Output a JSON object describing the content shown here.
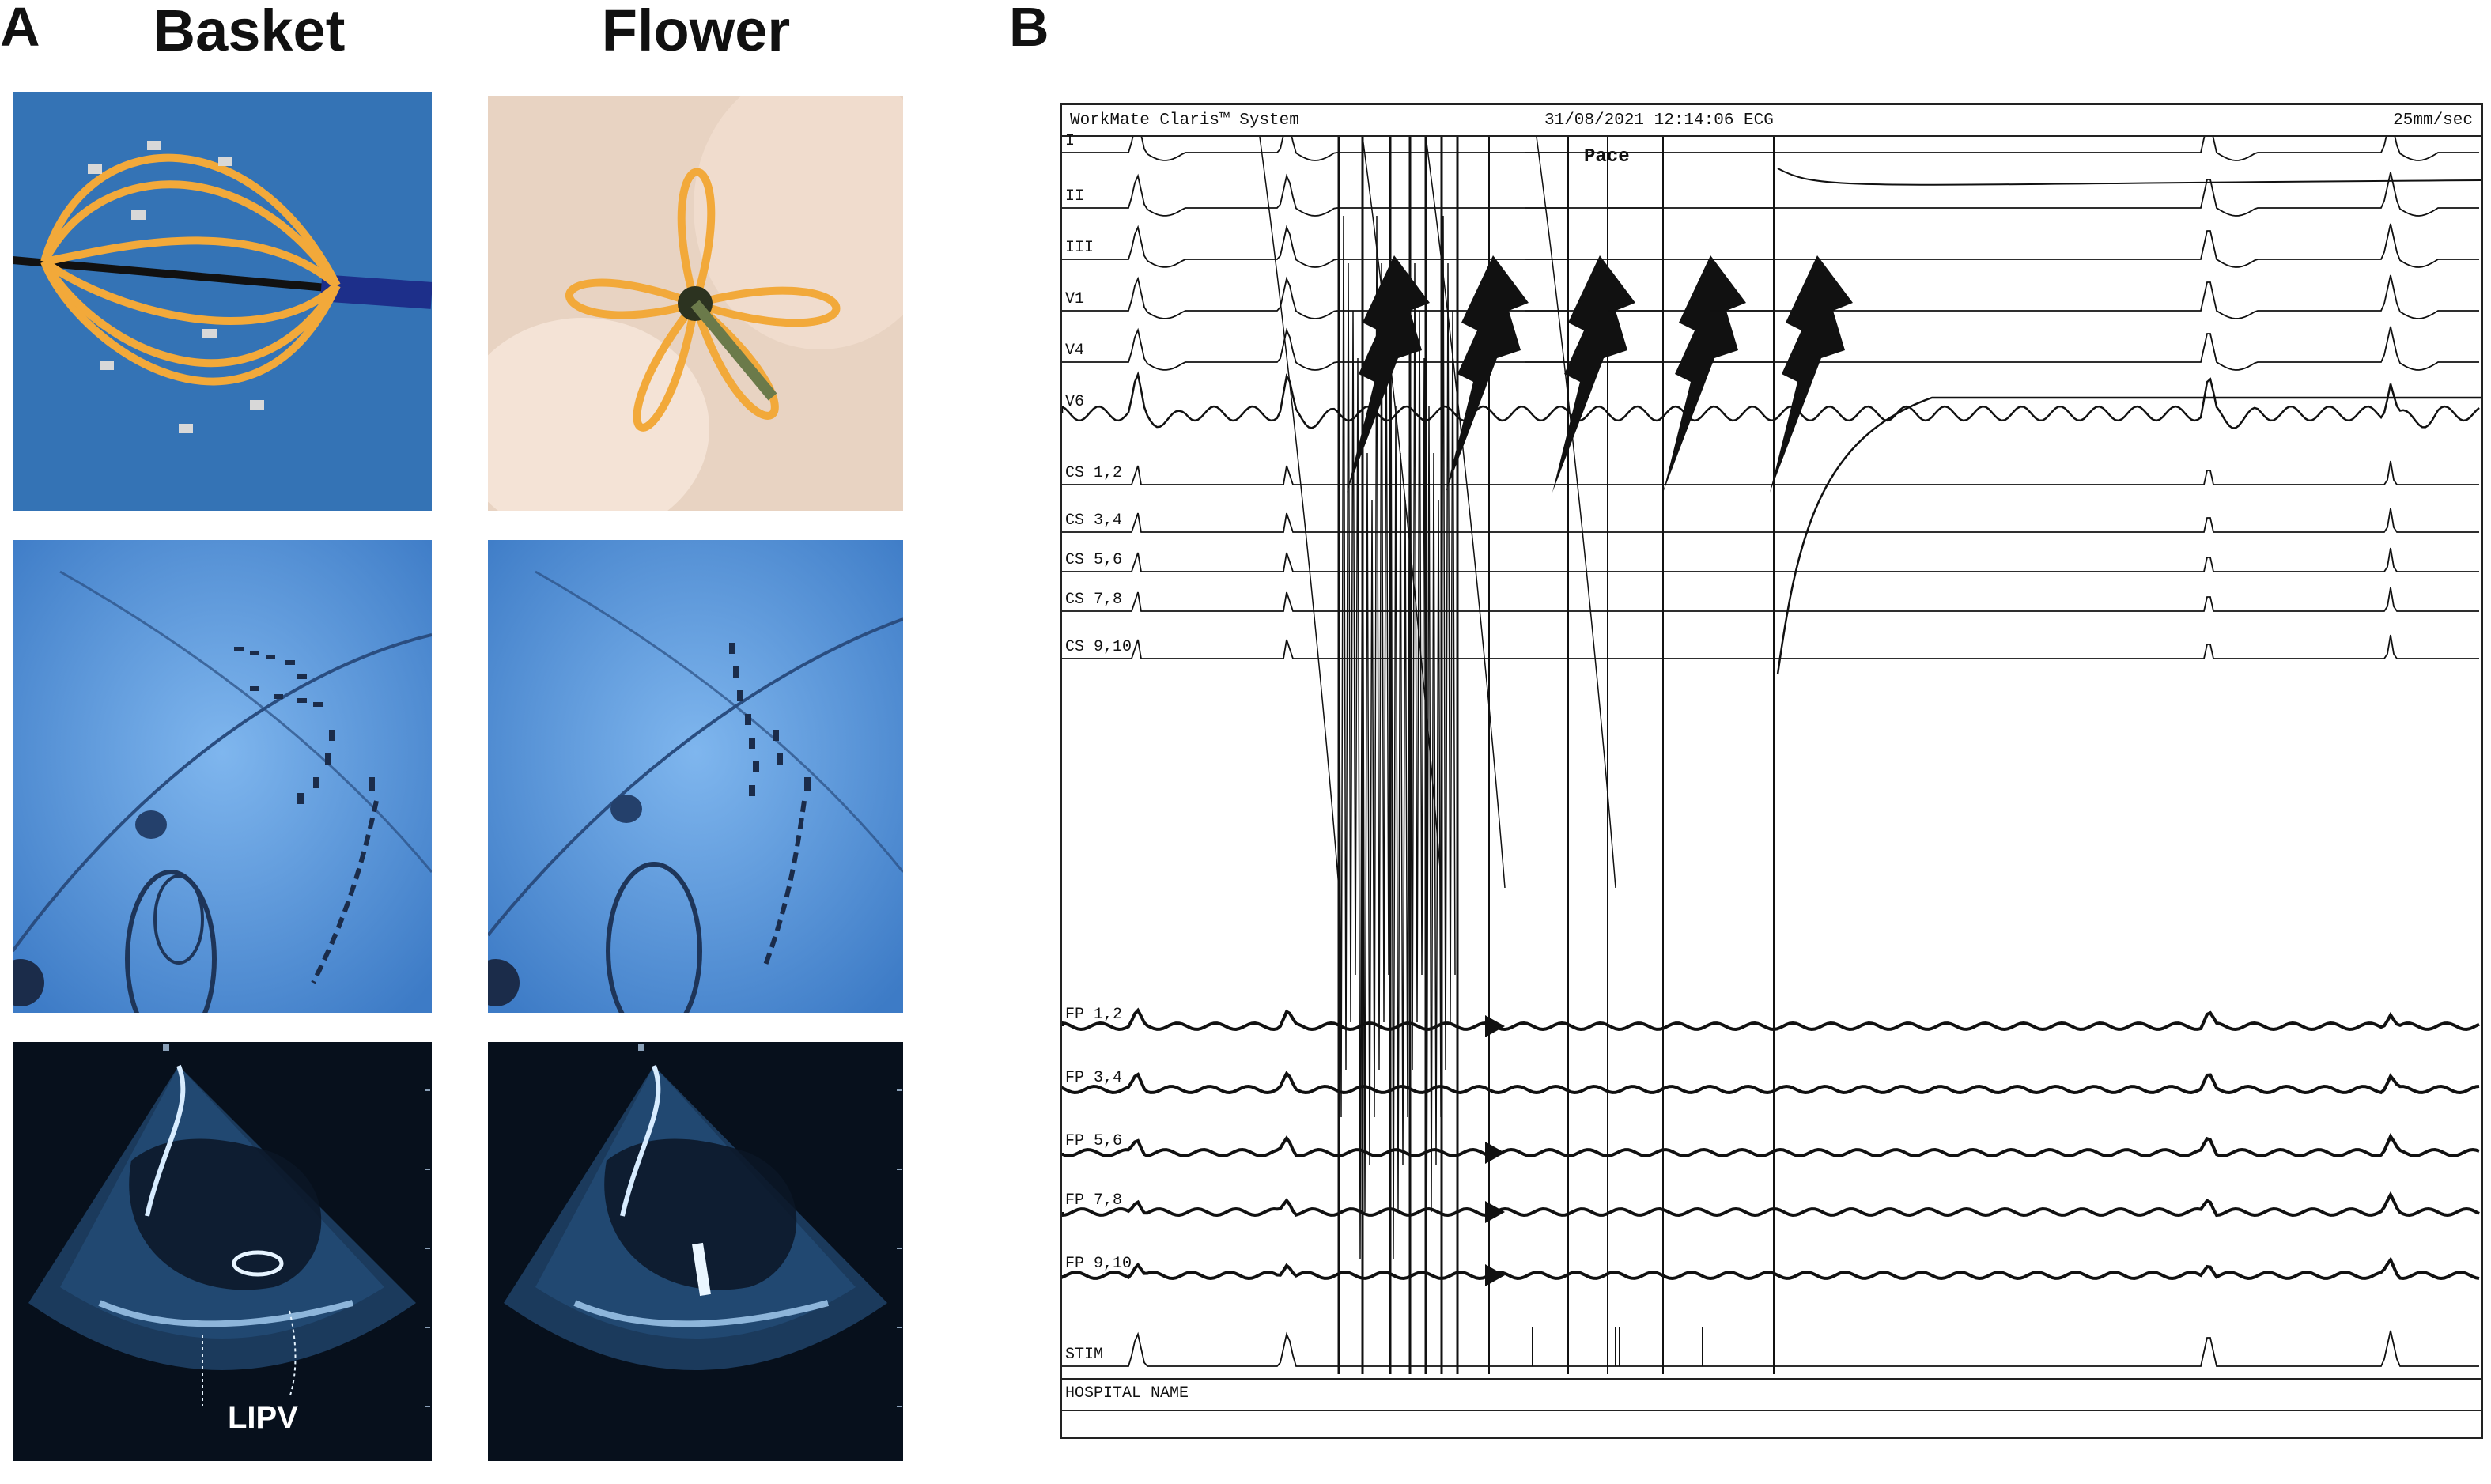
{
  "panel_a": {
    "letter": "A",
    "columns": [
      {
        "title": "Basket"
      },
      {
        "title": "Flower"
      }
    ],
    "echo_label": "LIPV"
  },
  "panel_b": {
    "letter": "B",
    "header": {
      "system": "WorkMate Claris™ System",
      "datetime": "31/08/2021 12:14:06 ECG",
      "speed": "25mm/sec"
    },
    "pace_label": "Pace",
    "footer": "HOSPITAL NAME",
    "channels": [
      {
        "label": "I"
      },
      {
        "label": "II"
      },
      {
        "label": "III"
      },
      {
        "label": "V1"
      },
      {
        "label": "V4"
      },
      {
        "label": "V6"
      },
      {
        "label": "CS 1,2"
      },
      {
        "label": "CS 3,4"
      },
      {
        "label": "CS 5,6"
      },
      {
        "label": "CS 7,8"
      },
      {
        "label": "CS 9,10"
      },
      {
        "label": "FP 1,2"
      },
      {
        "label": "FP 3,4"
      },
      {
        "label": "FP 5,6"
      },
      {
        "label": "FP 7,8"
      },
      {
        "label": "FP 9,10"
      },
      {
        "label": "STIM"
      }
    ],
    "shock_icon": "lightning-bolt-icon",
    "shock_count": 5
  },
  "colors": {
    "drape_blue": "#2f6fb0",
    "catheter_orange": "#f2a93a",
    "fluoro_blue": "#5c9fe0",
    "echo_dark": "#07101c",
    "trace": "#111111"
  }
}
